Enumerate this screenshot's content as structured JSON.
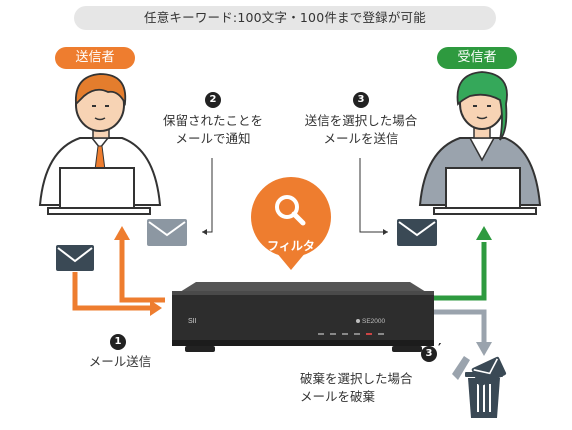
{
  "header": {
    "text": "任意キーワード:100文字・100件まで登録が可能"
  },
  "sender": {
    "label": "送信者"
  },
  "receiver": {
    "label": "受信者"
  },
  "step2": {
    "num": "2",
    "line1": "保留されたことを",
    "line2": "メールで通知"
  },
  "step3": {
    "num": "3",
    "line1": "送信を選択した場合",
    "line2": "メールを送信"
  },
  "step1": {
    "num": "1",
    "text": "メール送信"
  },
  "step3b": {
    "num": "3",
    "mark": "′",
    "line1": "破棄を選択した場合",
    "line2": "メールを破棄"
  },
  "filter": {
    "label": "フィルタ"
  },
  "device": {
    "brand": "SII",
    "model": "SE2000"
  },
  "colors": {
    "orange": "#ee7d2f",
    "green": "#2e9a3f",
    "gray": "#9aa3ad",
    "envelope": "#3a4955",
    "envelope_light": "#8c97a2"
  },
  "icons": [
    "search-icon",
    "envelope-icon",
    "trash-icon",
    "router-device"
  ]
}
